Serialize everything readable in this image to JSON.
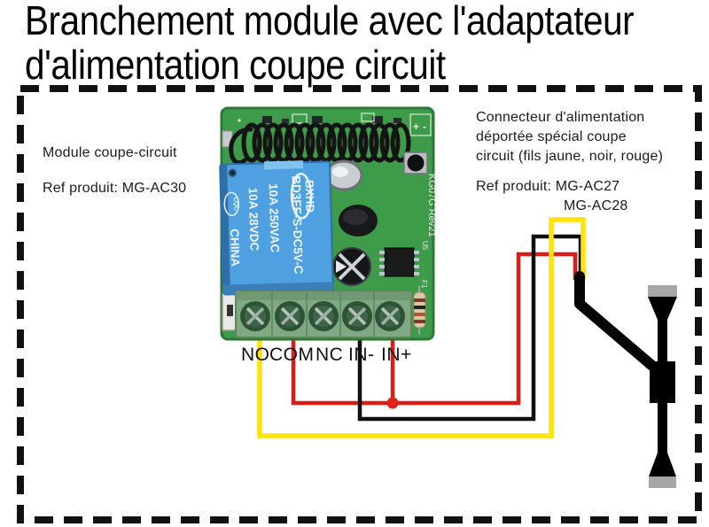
{
  "title": {
    "line1": "Branchement module avec l'adaptateur",
    "line2": "d'alimentation coupe circuit"
  },
  "left_annotation": {
    "name_line": "Module coupe-circuit",
    "ref_line": "Ref produit: MG-AC30"
  },
  "right_annotation": {
    "desc_line1": "Connecteur d'alimentation",
    "desc_line2": "déportée spécial coupe",
    "desc_line3": "circuit (fils jaune, noir, rouge)",
    "ref_line1": "Ref produit: MG-AC27",
    "ref_line2": "MG-AC28"
  },
  "module": {
    "terminals": [
      "NO",
      "COM",
      "NC",
      "IN-",
      "IN+"
    ],
    "relay": {
      "brand": "BXHD",
      "model": "BD3FF-S-DC5V-C",
      "rating_ac": "10A 250VAC",
      "rating_dc": "10A 28VDC",
      "origin": "CHINA",
      "cert_mark": "CQC"
    },
    "silkscreen": {
      "board_label": "KG07G Rev21",
      "ic_label": "U5",
      "fuse_label": "F1",
      "plus": "+",
      "minus": "-"
    }
  },
  "wiring": {
    "colors": {
      "no_wire": "#FFE208",
      "com_wire": "#D91E18",
      "in_minus_wire": "#0F0F0F",
      "in_plus_wire": "#D91E18",
      "junction": "#E02318",
      "connector": "#000000",
      "connector_cap": "#A7A7A7"
    }
  }
}
